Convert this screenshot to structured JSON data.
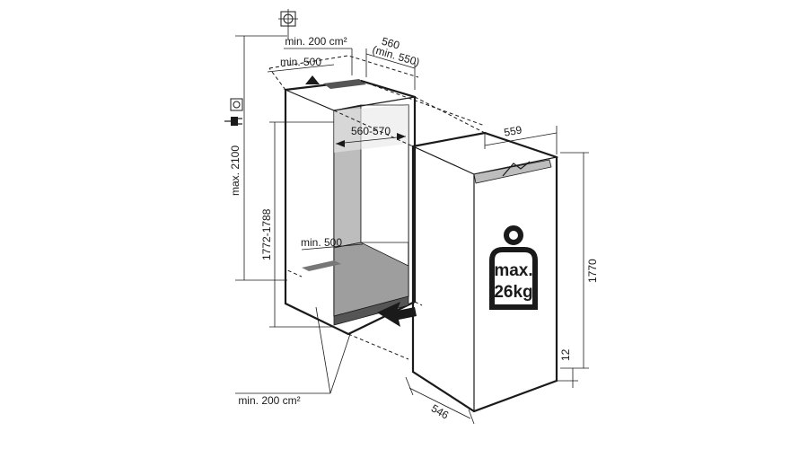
{
  "dimensions": {
    "niche_height": "1772-1788",
    "max_total_height": "max. 2100",
    "niche_width": "560-570",
    "niche_depth": "560",
    "niche_depth_min": "(min. 550)",
    "top_vent_area": "min. 200 cm²",
    "top_vent_width": "min. 500",
    "bottom_vent_width": "min. 500",
    "bottom_vent_area": "min. 200 cm²",
    "appliance_width": "559",
    "appliance_height": "1770",
    "appliance_depth": "546",
    "plinth_offset": "12"
  },
  "weight_badge": {
    "line1": "max.",
    "line2": "26kg"
  },
  "icons": [
    "target-cross-icon",
    "socket-icon",
    "plug-icon",
    "weight-icon"
  ]
}
